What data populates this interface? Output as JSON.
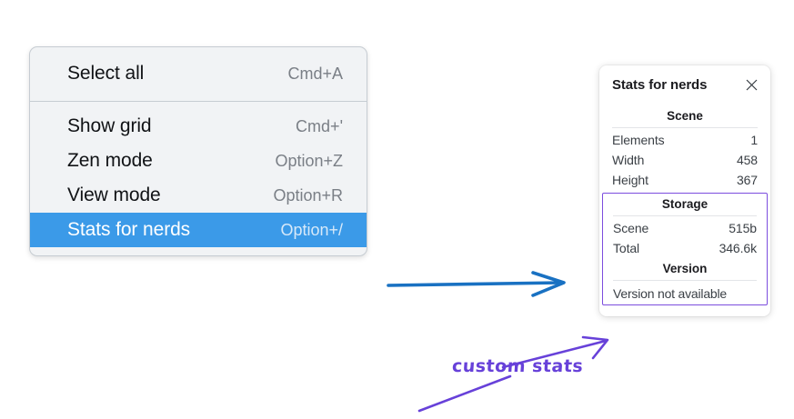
{
  "colors": {
    "menu_background": "#f1f3f5",
    "menu_border": "#c6ccd2",
    "menu_highlight": "#3b9ae8",
    "annotation_blue": "#1971c2",
    "annotation_purple": "#6741d9",
    "stats_box_outline": "#7c4dde"
  },
  "context_menu": {
    "groups": [
      {
        "items": [
          {
            "label": "Select all",
            "shortcut": "Cmd+A",
            "selected": false
          }
        ]
      },
      {
        "items": [
          {
            "label": "Show grid",
            "shortcut": "Cmd+'",
            "selected": false
          },
          {
            "label": "Zen mode",
            "shortcut": "Option+Z",
            "selected": false
          },
          {
            "label": "View mode",
            "shortcut": "Option+R",
            "selected": false
          },
          {
            "label": "Stats for nerds",
            "shortcut": "Option+/",
            "selected": true
          }
        ]
      }
    ]
  },
  "stats_panel": {
    "title": "Stats for nerds",
    "close_icon": "×",
    "sections": [
      {
        "name": "scene",
        "title": "Scene",
        "boxed": false,
        "rows": [
          {
            "label": "Elements",
            "value": "1"
          },
          {
            "label": "Width",
            "value": "458"
          },
          {
            "label": "Height",
            "value": "367"
          }
        ]
      },
      {
        "name": "storage",
        "title": "Storage",
        "boxed": true,
        "rows": [
          {
            "label": "Scene",
            "value": "515b"
          },
          {
            "label": "Total",
            "value": "346.6k"
          }
        ]
      },
      {
        "name": "version",
        "title": "Version",
        "boxed": true,
        "note": "Version not available"
      }
    ]
  },
  "annotations": {
    "handwritten_label": "custom stats"
  }
}
